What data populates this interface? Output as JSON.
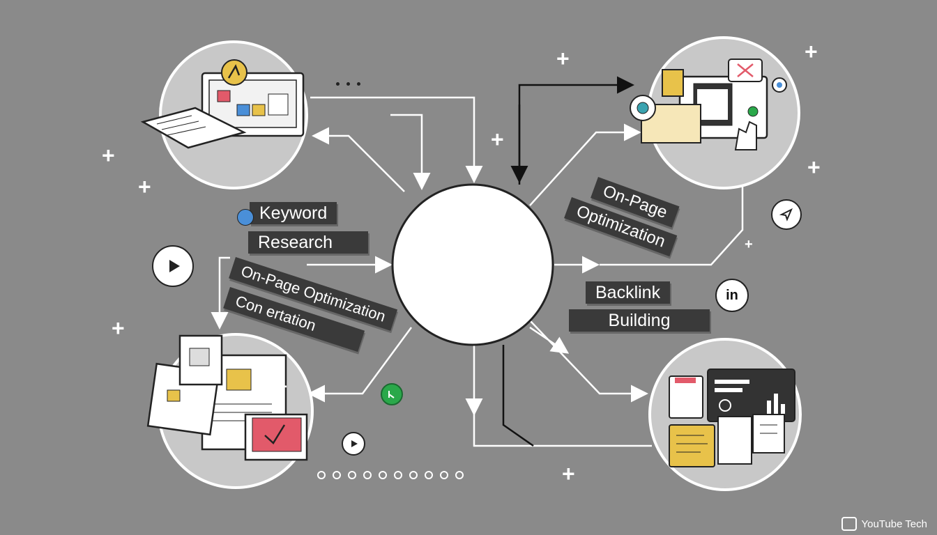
{
  "labels": {
    "keyword_line1": "Keyword",
    "keyword_line2": "Research",
    "onpage_right_line1": "On-Page",
    "onpage_right_line2": "Optimization",
    "onpage_left_line1": "On-Page Optimization",
    "onpage_left_line2": "Con ertation",
    "backlink_line1": "Backlink",
    "backlink_line2": "Building"
  },
  "icons": {
    "play_left": "play-icon",
    "play_small": "play-icon",
    "send": "send-icon",
    "linkedin": "in",
    "cursor_badge": "cursor-icon"
  },
  "watermark": "YouTube Tech",
  "colors": {
    "background": "#8a8a8a",
    "node_fill": "#c8c8c8",
    "label_bg": "#3a3a3a",
    "accent_yellow": "#e8c24a",
    "accent_red": "#e25a6a",
    "accent_green": "#2aa84a"
  }
}
